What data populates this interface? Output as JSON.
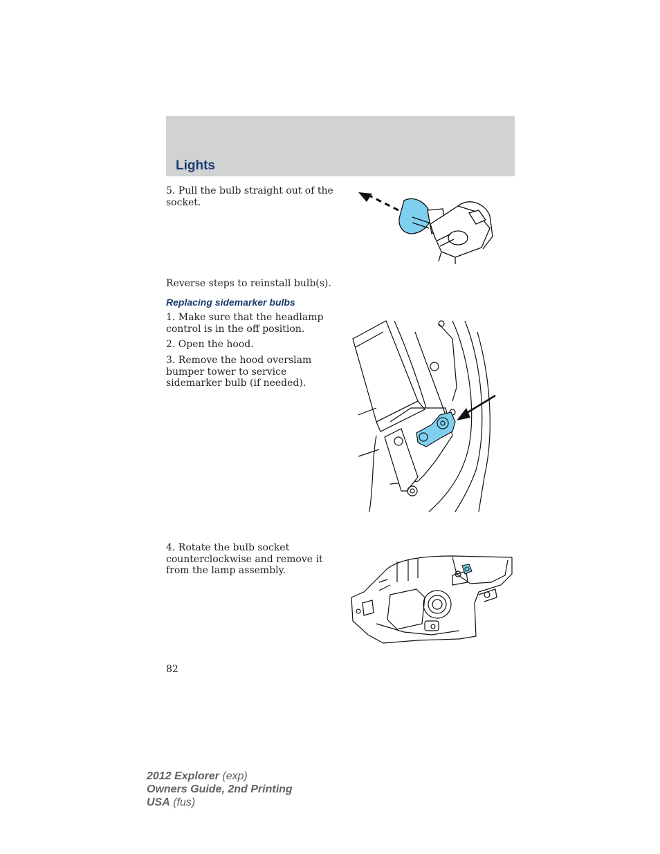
{
  "header": {
    "title": "Lights"
  },
  "steps_top": {
    "step5": "5. Pull the bulb straight out of the socket."
  },
  "reverse_note": "Reverse steps to reinstall bulb(s).",
  "section": {
    "title": "Replacing sidemarker bulbs",
    "steps": [
      "1. Make sure that the headlamp control is in the off position.",
      "2. Open the hood.",
      "3. Remove the hood overslam bumper tower to service sidemarker bulb (if needed).",
      "4. Rotate the bulb socket counterclockwise and remove it from the lamp assembly."
    ]
  },
  "page_number": "82",
  "footer": {
    "line1_bold": "2012 Explorer",
    "line1_rest": " (exp)",
    "line2_bold": "Owners Guide, 2nd Printing",
    "line3_bold": "USA",
    "line3_rest": " (fus)"
  },
  "colors": {
    "highlight": "#7fd0ee",
    "heading": "#1a3c6e",
    "band": "#d1d2d4"
  }
}
